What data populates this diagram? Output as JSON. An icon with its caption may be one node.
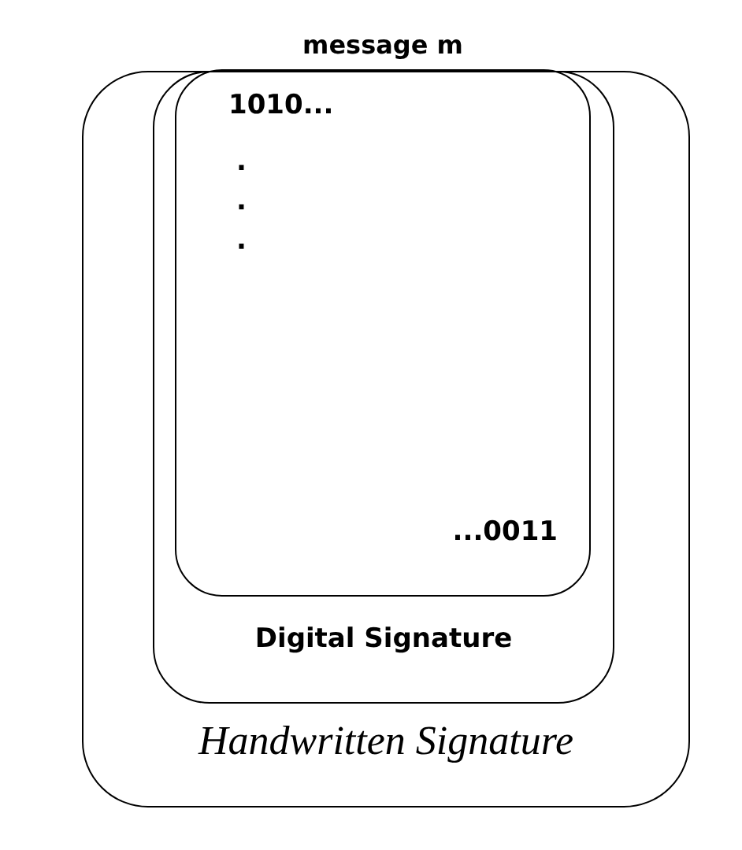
{
  "diagram": {
    "nodes": [
      {
        "text": [
          "Handwritten Signature"
        ]
      },
      {
        "text": [
          "Digital Signature"
        ],
        "in": 0
      },
      {
        "text": [
          "message m",
          "1010...",
          ".",
          ".",
          ".",
          "...0011"
        ],
        "in": 1
      }
    ]
  }
}
